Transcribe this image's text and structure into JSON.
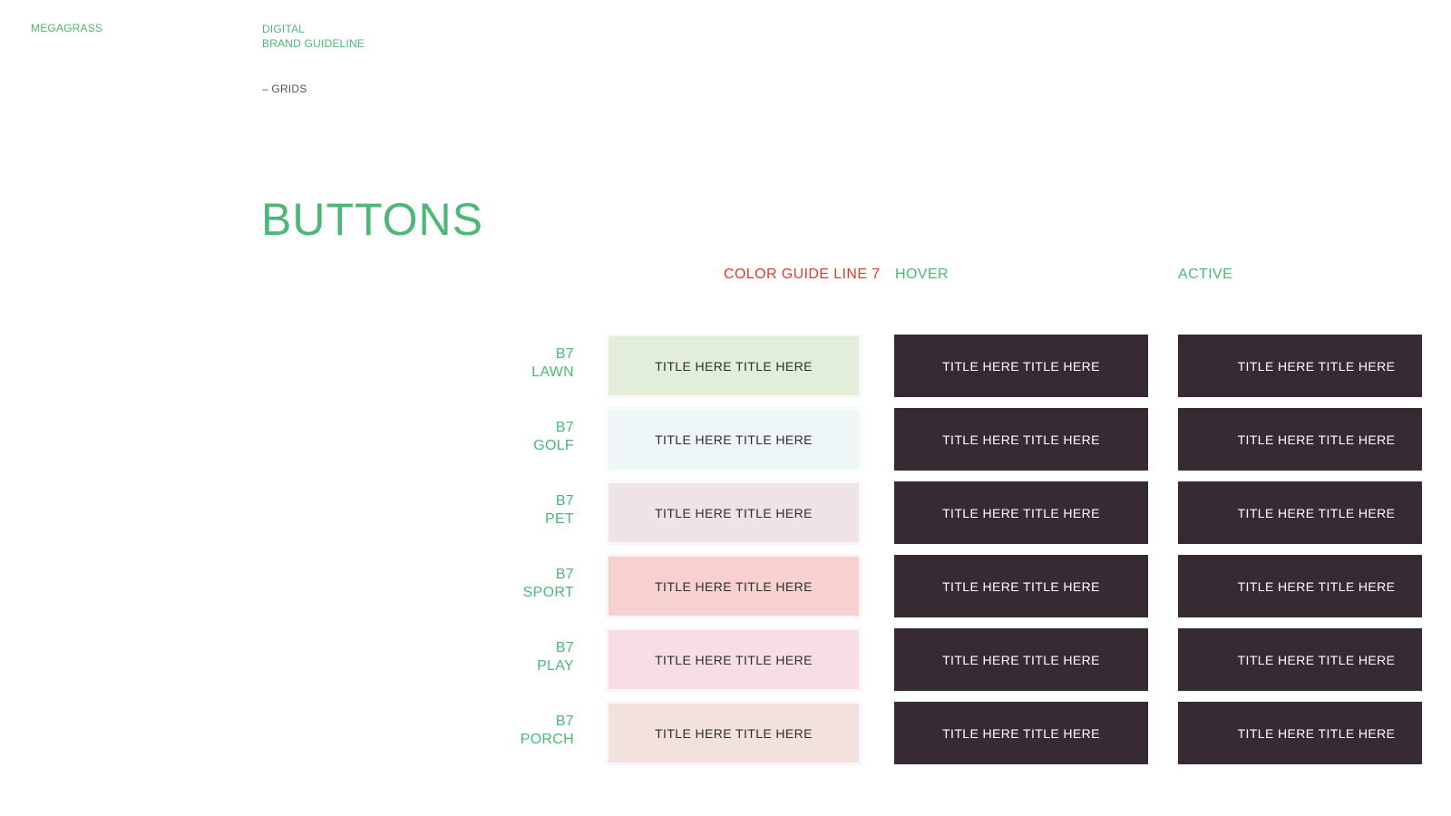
{
  "header": {
    "brand": "MEGAGRASS",
    "doc_title_line1": "DIGITAL",
    "doc_title_line2": "BRAND GUIDELINE",
    "section": "– GRIDS"
  },
  "heading": "BUTTONS",
  "columns": {
    "guide": "COLOR GUIDE LINE 7",
    "hover": "HOVER",
    "active": "ACTIVE"
  },
  "colors": {
    "brand_green": "#4cb877",
    "guide_red": "#e2382f",
    "dark_button": "#362a33",
    "text_dark": "#2f2f2f"
  },
  "rows": [
    {
      "code": "B7",
      "name": "LAWN",
      "swatch": "#e2eed9",
      "base_label": "TITLE HERE TITLE HERE",
      "hover_label": "TITLE HERE TITLE HERE",
      "active_label": "TITLE HERE TITLE HERE"
    },
    {
      "code": "B7",
      "name": "GOLF",
      "swatch": "#eff6f8",
      "base_label": "TITLE HERE TITLE HERE",
      "hover_label": "TITLE HERE TITLE HERE",
      "active_label": "TITLE HERE TITLE HERE"
    },
    {
      "code": "B7",
      "name": "PET",
      "swatch": "#efe3ea",
      "base_label": "TITLE HERE TITLE HERE",
      "hover_label": "TITLE HERE TITLE HERE",
      "active_label": "TITLE HERE TITLE HERE"
    },
    {
      "code": "B7",
      "name": "SPORT",
      "swatch": "#f7d1d0",
      "base_label": "TITLE HERE TITLE HERE",
      "hover_label": "TITLE HERE TITLE HERE",
      "active_label": "TITLE HERE TITLE HERE"
    },
    {
      "code": "B7",
      "name": "PLAY",
      "swatch": "#f7dde4",
      "base_label": "TITLE HERE TITLE HERE",
      "hover_label": "TITLE HERE TITLE HERE",
      "active_label": "TITLE HERE TITLE HERE"
    },
    {
      "code": "B7",
      "name": "PORCH",
      "swatch": "#f2e1dd",
      "base_label": "TITLE HERE TITLE HERE",
      "hover_label": "TITLE HERE TITLE HERE",
      "active_label": "TITLE HERE TITLE HERE"
    }
  ]
}
